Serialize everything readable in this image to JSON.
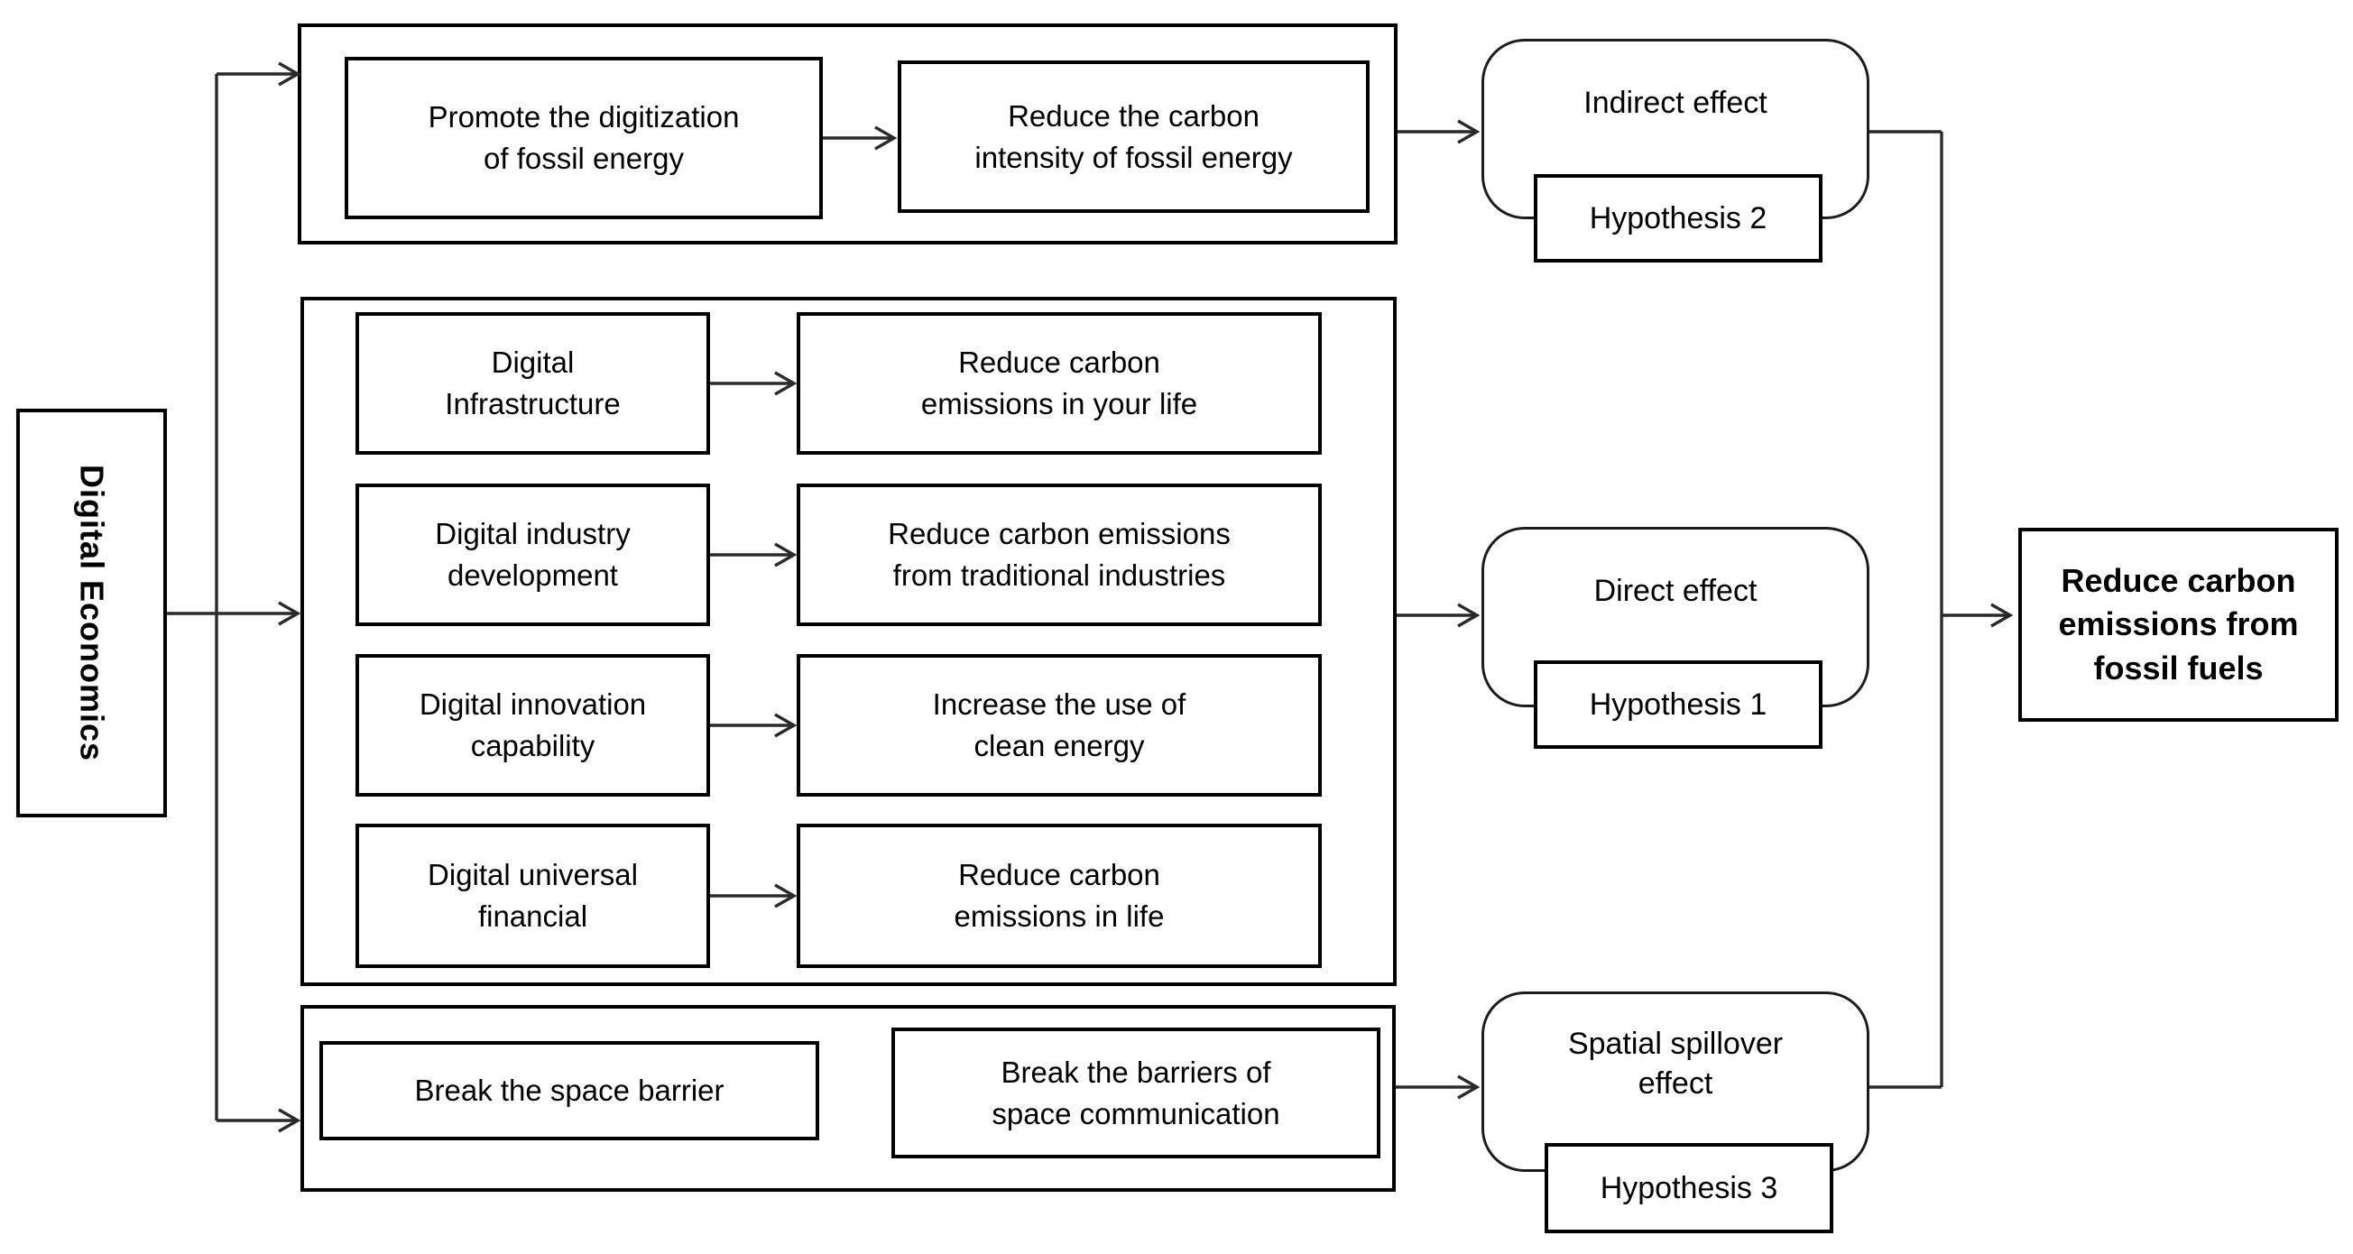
{
  "colors": {
    "background": "#ffffff",
    "border": "#000000",
    "line": "#2a2a2a",
    "text": "#000000"
  },
  "nodes": {
    "digital_economics": "Digital Economics",
    "promote_digitization": "Promote the digitization\nof fossil energy",
    "reduce_carbon_intensity": "Reduce the carbon\nintensity of fossil energy",
    "indirect_effect": "Indirect effect",
    "hypothesis_2": "Hypothesis 2",
    "digital_infrastructure": "Digital\nInfrastructure",
    "reduce_emissions_your_life": "Reduce carbon\nemissions in your life",
    "digital_industry_development": "Digital industry\ndevelopment",
    "reduce_emissions_traditional_industries": "Reduce carbon emissions\nfrom traditional industries",
    "digital_innovation_capability": "Digital innovation\ncapability",
    "increase_use_clean_energy": "Increase the use of\nclean energy",
    "digital_universal_financial": "Digital universal\nfinancial",
    "reduce_emissions_in_life": "Reduce carbon\nemissions in life",
    "direct_effect": "Direct effect",
    "hypothesis_1": "Hypothesis 1",
    "break_space_barrier": "Break the space barrier",
    "break_barriers_space_communication": "Break the barriers of\nspace communication",
    "spatial_spillover_effect": "Spatial spillover\neffect",
    "hypothesis_3": "Hypothesis 3",
    "reduce_emissions_fossil_fuels": "Reduce carbon\nemissions from\nfossil fuels"
  }
}
